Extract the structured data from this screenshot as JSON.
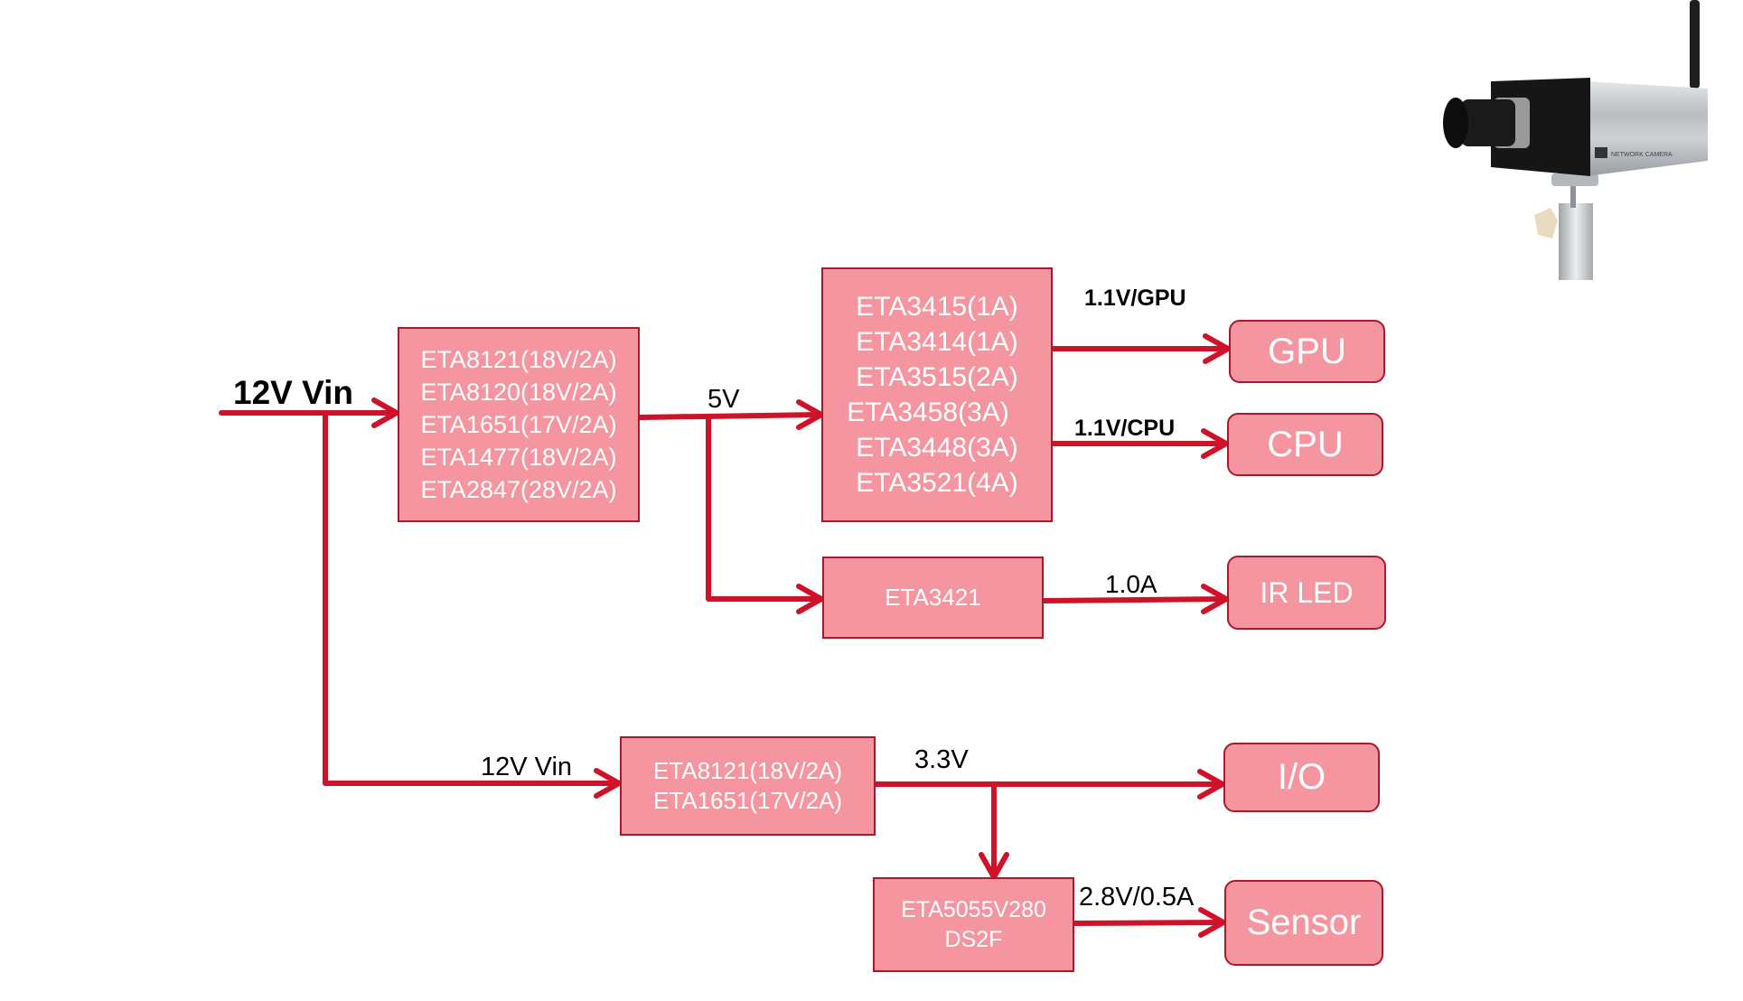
{
  "colors": {
    "box_fill": "#f5959f",
    "box_border": "#a7192b",
    "wire": "#cf1229",
    "box_text": "#ffffff",
    "label_text": "#000000"
  },
  "input_label": "12V Vin",
  "branch_input_label": "12V Vin",
  "blocks": {
    "preregulator": {
      "lines": [
        "ETA8121(18V/2A)",
        "ETA8120(18V/2A)",
        "ETA1651(17V/2A)",
        "ETA1477(18V/2A)",
        "ETA2847(28V/2A)"
      ]
    },
    "core_regulators": {
      "lines": [
        "ETA3415(1A)",
        "ETA3414(1A)",
        "ETA3515(2A)",
        "ETA3458(3A)",
        "ETA3448(3A)",
        "ETA3521(4A)"
      ]
    },
    "led_driver": {
      "lines": [
        "ETA3421"
      ]
    },
    "io_regulator": {
      "lines": [
        "ETA8121(18V/2A)",
        "ETA1651(17V/2A)"
      ]
    },
    "ldo": {
      "lines": [
        "ETA5055V280",
        "DS2F"
      ]
    }
  },
  "loads": {
    "gpu": "GPU",
    "cpu": "CPU",
    "ir_led": "IR LED",
    "io": "I/O",
    "sensor": "Sensor"
  },
  "rail_labels": {
    "five_v": "5V",
    "gpu_rail": "1.1V/GPU",
    "cpu_rail": "1.1V/CPU",
    "led_current": "1.0A",
    "three_v3": "3.3V",
    "sensor_rail": "2.8V/0.5A"
  },
  "camera": {
    "icon": "network-camera-photo",
    "brand_text": "NETWORK CAMERA"
  }
}
